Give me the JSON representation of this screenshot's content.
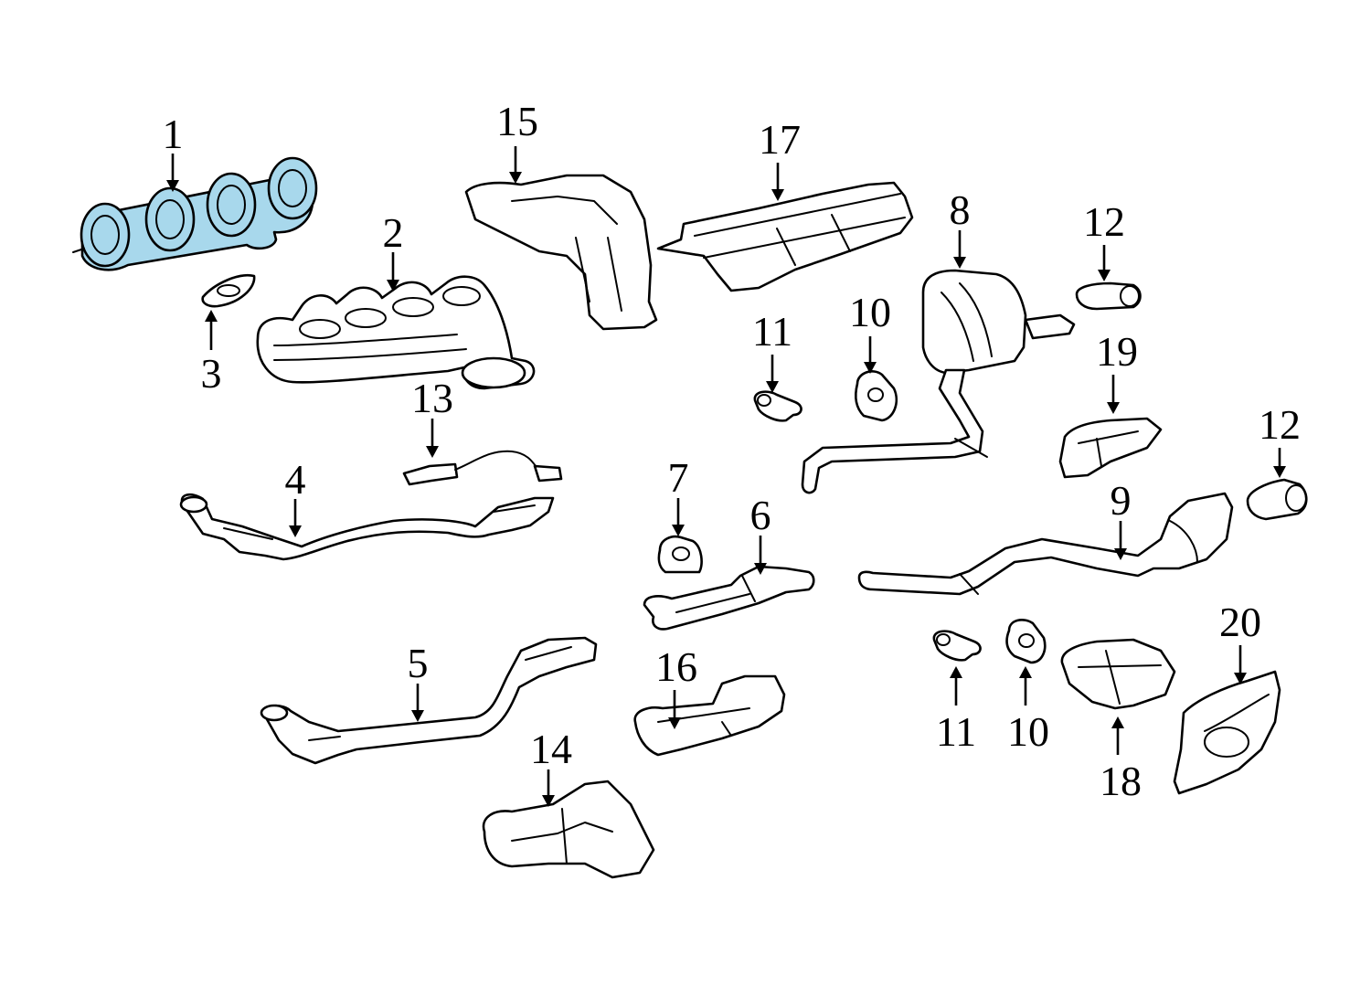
{
  "diagram": {
    "highlight_color": "#a8d8ec",
    "line_color": "#000000",
    "background": "#ffffff",
    "callouts": [
      "1",
      "2",
      "3",
      "4",
      "5",
      "6",
      "7",
      "8",
      "9",
      "10",
      "10",
      "11",
      "11",
      "12",
      "12",
      "13",
      "14",
      "15",
      "16",
      "17",
      "18",
      "19",
      "20"
    ]
  }
}
